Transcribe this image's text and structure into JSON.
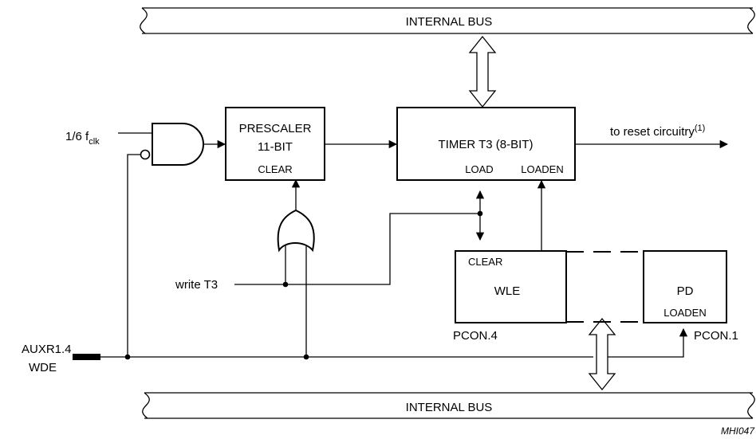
{
  "buses": {
    "top_label": "INTERNAL BUS",
    "bottom_label": "INTERNAL BUS"
  },
  "inputs": {
    "clock_label": "1/6 f",
    "clock_sub": "clk",
    "write_label": "write T3",
    "aux_label_1": "AUXR1.4",
    "aux_label_2": "WDE"
  },
  "blocks": {
    "prescaler_line1": "PRESCALER",
    "prescaler_line2": "11-BIT",
    "prescaler_clear": "CLEAR",
    "timer_title": "TIMER T3 (8-BIT)",
    "timer_load": "LOAD",
    "timer_loaden": "LOADEN",
    "wle_clear": "CLEAR",
    "wle_title": "WLE",
    "wle_reg": "PCON.4",
    "pd_title": "PD",
    "pd_loaden": "LOADEN",
    "pd_reg": "PCON.1"
  },
  "output": {
    "label": "to reset circuitry",
    "footnote": "(1)"
  },
  "figure_id": "MHI047"
}
